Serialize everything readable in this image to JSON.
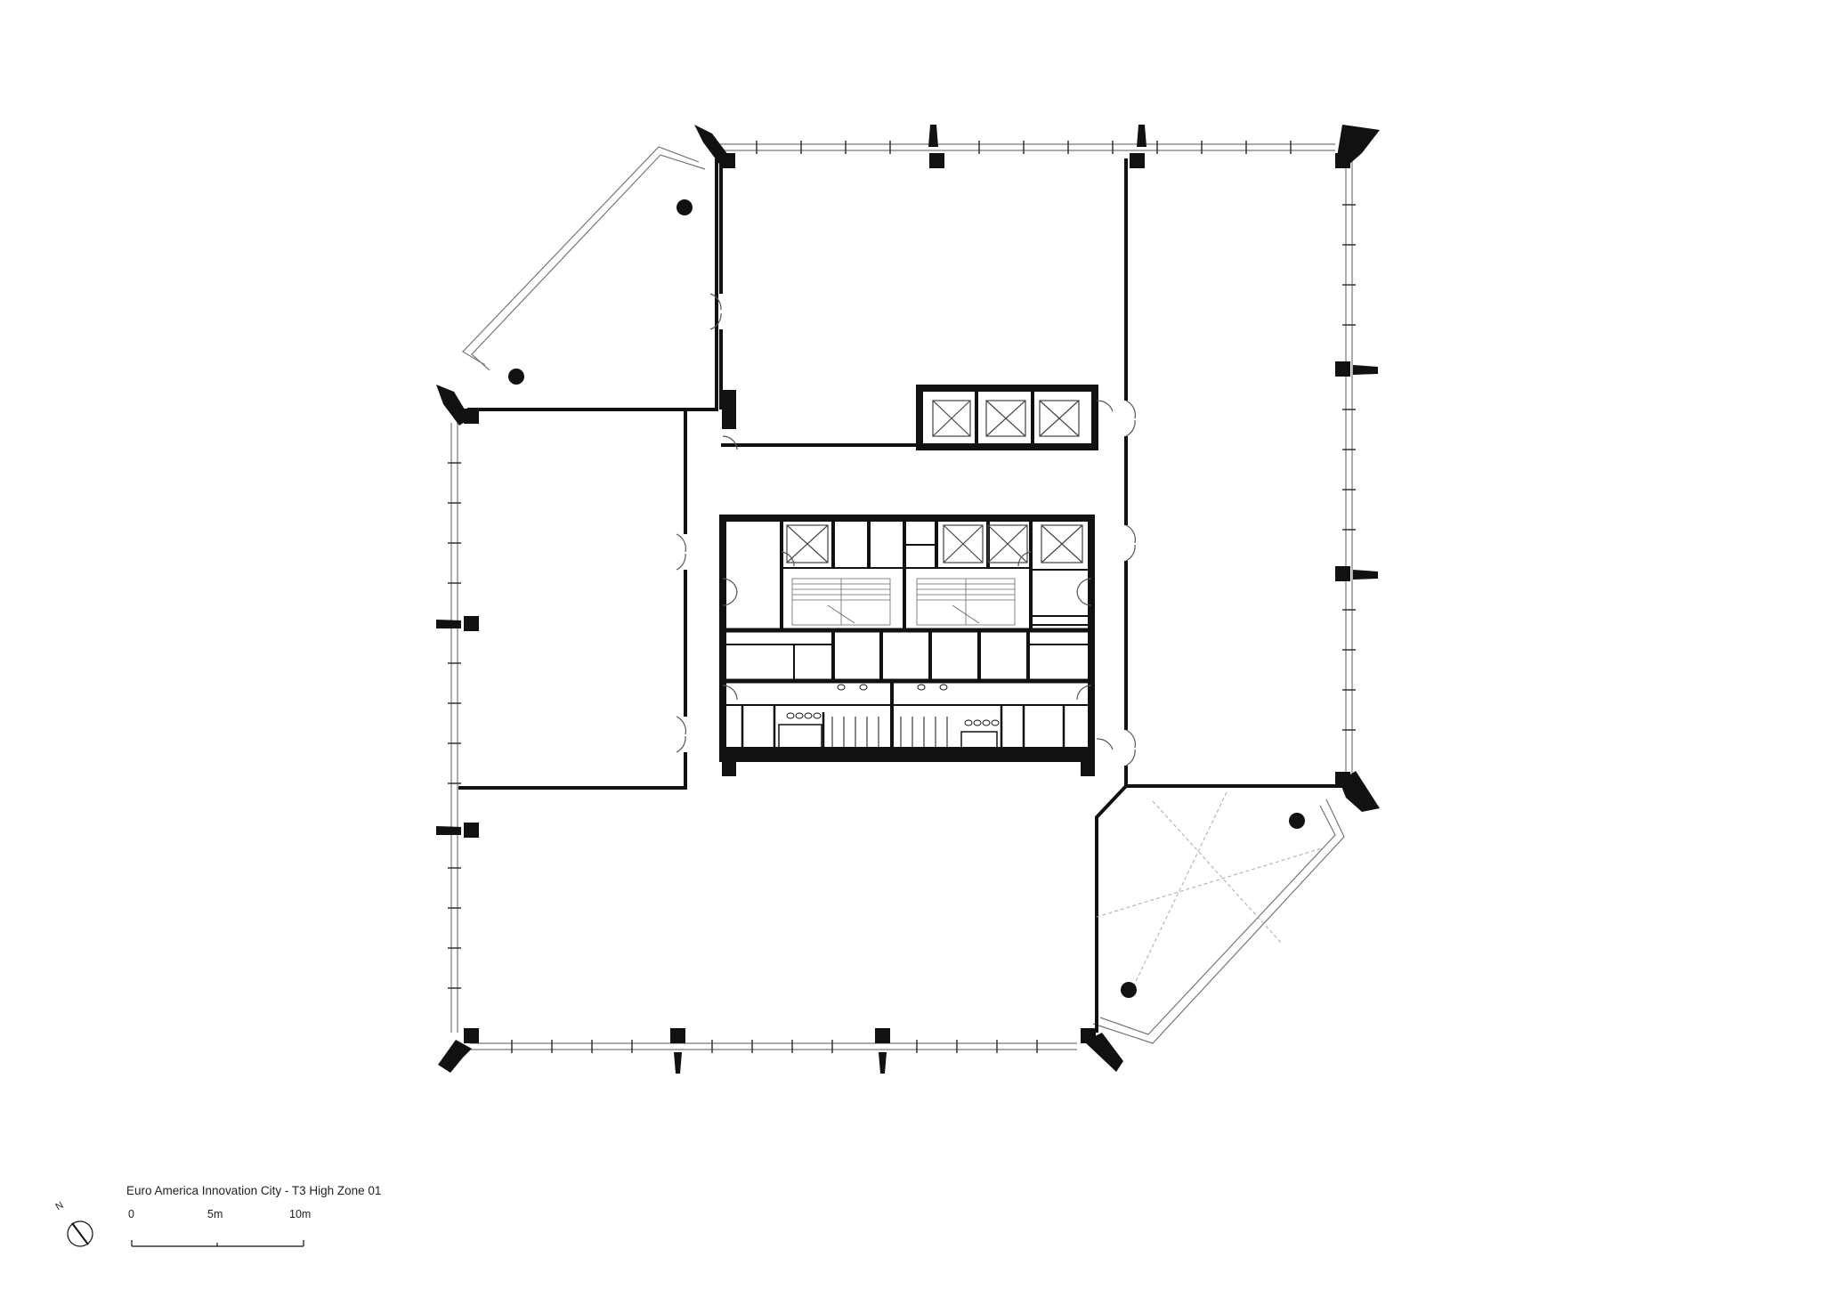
{
  "drawing": {
    "title": "Euro America Innovation City  - T3 High Zone 01"
  },
  "scale_bar": {
    "labels": [
      "0",
      "5m",
      "10m"
    ]
  },
  "north_arrow": {
    "label": "N"
  },
  "colors": {
    "ink": "#111111",
    "glazing": "#888888",
    "background": "#ffffff"
  },
  "icons": [
    "north-arrow-icon",
    "scale-bar-icon",
    "column-icon",
    "door-swing-icon",
    "elevator-icon",
    "stair-icon"
  ]
}
